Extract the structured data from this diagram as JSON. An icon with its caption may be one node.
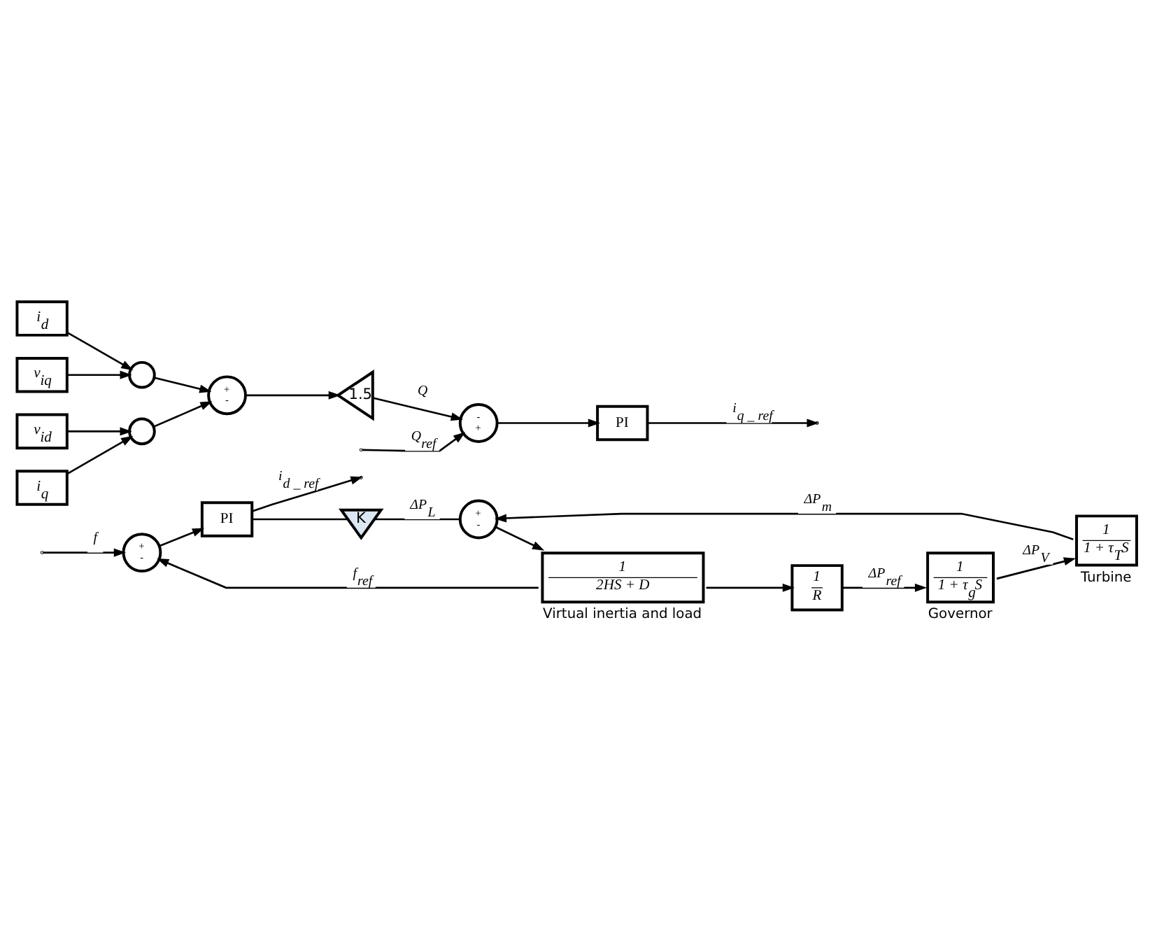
{
  "diagram": {
    "nodes": [
      {
        "text": [
          "+",
          "-"
        ]
      },
      {
        "text": [
          "PI"
        ]
      },
      {
        "text": [
          "K"
        ]
      },
      {
        "text": [
          "+",
          "-"
        ]
      },
      {
        "text": [
          "1",
          "2HS + D"
        ],
        "beside": [
          "Virtual inertia and load"
        ]
      },
      {
        "text": [
          "1",
          "R"
        ]
      },
      {
        "text": [
          "1",
          "1 + τ$_{g}$S"
        ],
        "beside": [
          "Governor"
        ]
      },
      {
        "text": [
          "1",
          "1 + τ$_{T}$S"
        ],
        "beside": [
          "Turbine"
        ]
      },
      {
        "text": [
          "i$_{d}$"
        ]
      },
      {
        "text": [],
        "shape": "circle"
      },
      {
        "text": [
          "v$_{iq}$"
        ]
      },
      {
        "text": [
          "i$_{q}$"
        ]
      },
      {
        "text": [],
        "shape": "circle"
      },
      {
        "text": [
          "v$_{id}$"
        ]
      },
      {
        "text": [
          "+",
          "-"
        ]
      },
      {
        "text": [
          "1.5"
        ]
      },
      {
        "text": [
          "-",
          "+"
        ]
      },
      {
        "text": [
          "PI"
        ]
      }
    ],
    "edges": [
      {
        "from": null,
        "to": 0,
        "arrow": "to",
        "label": "f"
      },
      {
        "from": 0,
        "to": 1,
        "arrow": "to"
      },
      {
        "from": 1,
        "to": null,
        "arrow": "to",
        "label": "i$_{d _ ref}$"
      },
      {
        "from": 1,
        "to": 2,
        "arrow": "none"
      },
      {
        "from": 2,
        "to": 3,
        "arrow": "none",
        "label": "ΔP$_{L}$"
      },
      {
        "from": 3,
        "to": 4,
        "arrow": "to"
      },
      {
        "from": 4,
        "to": 0,
        "arrow": "to",
        "label": "f$_{ref}$"
      },
      {
        "from": 4,
        "to": 5,
        "arrow": "to"
      },
      {
        "from": 5,
        "to": 6,
        "arrow": "to",
        "label": "ΔP$_{ref}$"
      },
      {
        "from": 6,
        "to": 7,
        "arrow": "to",
        "label": "ΔP$_{V}$"
      },
      {
        "from": 7,
        "to": 3,
        "arrow": "to",
        "label": "ΔP$_{m}$"
      },
      {
        "from": 8,
        "to": 9,
        "arrow": "to"
      },
      {
        "from": 10,
        "to": 9,
        "arrow": "to"
      },
      {
        "from": 9,
        "to": 14,
        "arrow": "to"
      },
      {
        "from": 11,
        "to": 12,
        "arrow": "to"
      },
      {
        "from": 13,
        "to": 12,
        "arrow": "to"
      },
      {
        "from": 12,
        "to": 14,
        "arrow": "to"
      },
      {
        "from": 14,
        "to": 15,
        "arrow": "to"
      },
      {
        "from": 15,
        "to": 16,
        "arrow": "to",
        "label": "Q"
      },
      {
        "from": null,
        "to": 16,
        "arrow": "to",
        "label": "Q$_{ref}$"
      },
      {
        "from": 16,
        "to": 17,
        "arrow": "to"
      },
      {
        "from": 17,
        "to": null,
        "arrow": "to",
        "label": "i$_{q _ ref}$"
      }
    ]
  }
}
